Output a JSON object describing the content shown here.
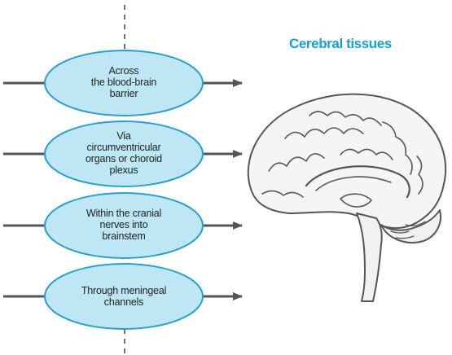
{
  "title": "Cerebral tissues",
  "colors": {
    "accent": "#1a9fcc",
    "oval_fill": "#bfe6f5",
    "oval_stroke": "#2a9fcd",
    "arrow": "#555555"
  },
  "routes": [
    {
      "lines": [
        "Across",
        "the blood-brain",
        "barrier"
      ]
    },
    {
      "lines": [
        "Via",
        "circumventricular",
        "organs or choroid",
        "plexus"
      ]
    },
    {
      "lines": [
        "Within the cranial",
        "nerves into",
        "brainstem"
      ]
    },
    {
      "lines": [
        "Through meningeal",
        "channels"
      ]
    }
  ],
  "illustration": {
    "icon": "brain-sagittal-sketch-icon"
  }
}
